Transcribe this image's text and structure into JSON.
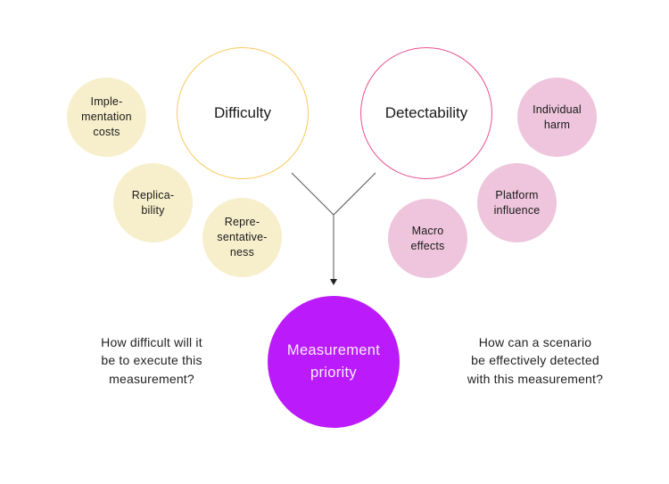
{
  "colors": {
    "difficulty_stroke": "#f8c95d",
    "detectability_stroke": "#e8508f",
    "difficulty_sub_fill": "#f7efcb",
    "detectability_sub_fill": "#eec5dc",
    "priority_fill": "#bb1bfb",
    "connector": "#555555"
  },
  "difficulty": {
    "title": "Difficulty",
    "factors": [
      {
        "lines": [
          "Imple-",
          "mentation",
          "costs"
        ]
      },
      {
        "lines": [
          "Replica-",
          "bility"
        ]
      },
      {
        "lines": [
          "Repre-",
          "sentative-",
          "ness"
        ]
      }
    ],
    "question": [
      "How difficult will it",
      "be to execute this",
      "measurement?"
    ]
  },
  "detectability": {
    "title": "Detectability",
    "factors": [
      {
        "lines": [
          "Individual",
          "harm"
        ]
      },
      {
        "lines": [
          "Platform",
          "influence"
        ]
      },
      {
        "lines": [
          "Macro",
          "effects"
        ]
      }
    ],
    "question": [
      "How can a scenario",
      "be effectively detected",
      "with this measurement?"
    ]
  },
  "outcome": {
    "lines": [
      "Measurement",
      "priority"
    ]
  }
}
